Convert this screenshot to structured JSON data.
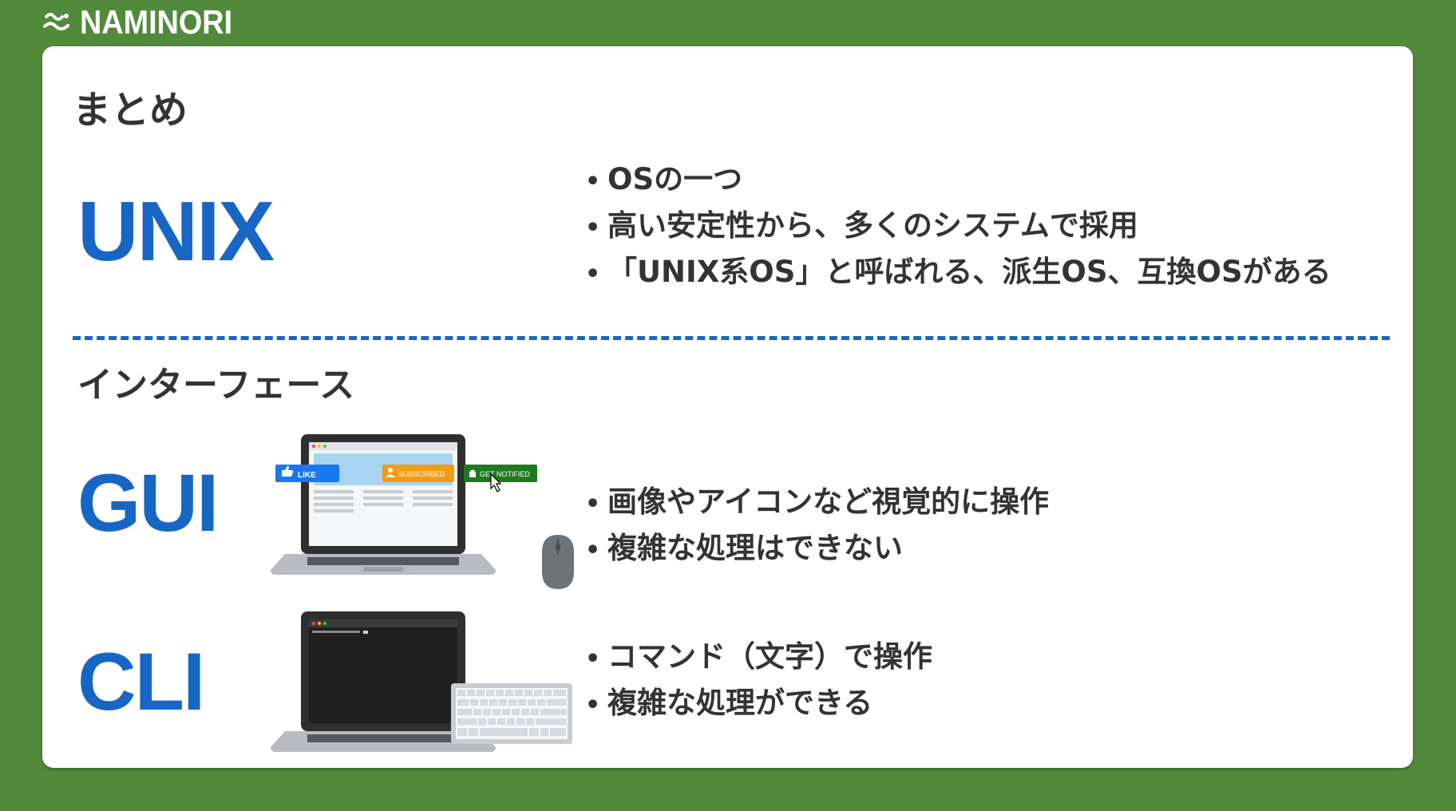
{
  "brand": {
    "name": "NAMINORI"
  },
  "slide": {
    "title": "まとめ",
    "unix": {
      "term": "UNIX",
      "bullets": [
        "OSの一つ",
        "高い安定性から、多くのシステムで採用",
        "「UNIX系OS」と呼ばれる、派生OS、互換OSがある"
      ]
    },
    "interface_title": "インターフェース",
    "gui": {
      "term": "GUI",
      "bullets": [
        "画像やアイコンなど視覚的に操作",
        "複雑な処理はできない"
      ],
      "illustration": {
        "like_label": "LIKE",
        "subscribed_label": "SUBSCRIBED",
        "notified_label": "GET NOTIFIED"
      }
    },
    "cli": {
      "term": "CLI",
      "bullets": [
        "コマンド（文字）で操作",
        "複雑な処理ができる"
      ]
    },
    "bullet_symbol": "•"
  },
  "colors": {
    "background": "#528a3c",
    "term": "#1766c3",
    "text": "#333333",
    "like": "#1877f2",
    "subscribed": "#f39c12",
    "notified": "#1e7a1e"
  }
}
